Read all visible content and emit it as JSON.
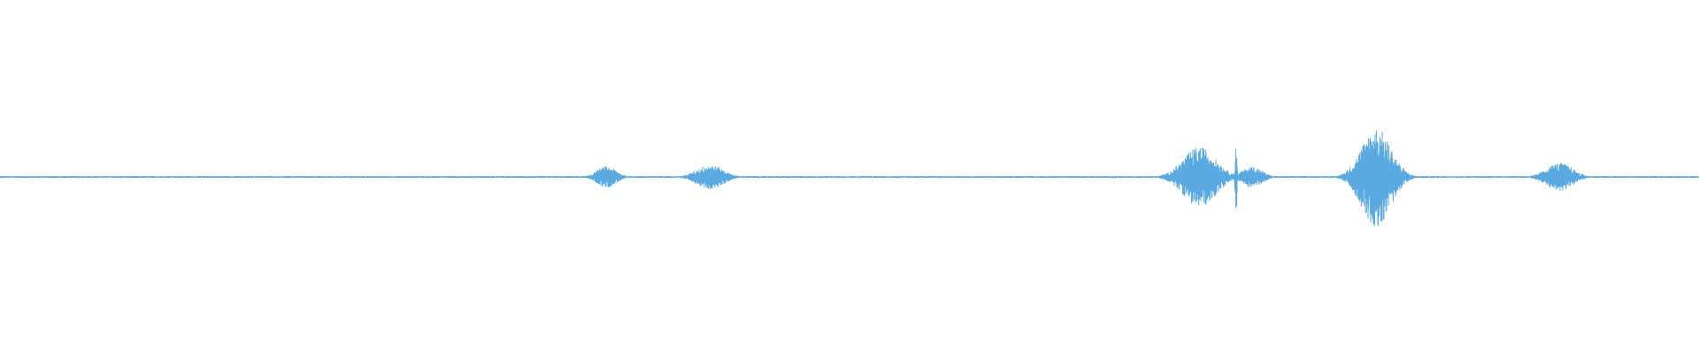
{
  "waveform": {
    "color": "#5aa9e0",
    "baseline_amplitude": 0.006,
    "bursts": [
      {
        "center": 0.357,
        "width": 0.012,
        "amplitude": 0.06
      },
      {
        "center": 0.418,
        "width": 0.016,
        "amplitude": 0.07
      },
      {
        "center": 0.706,
        "width": 0.02,
        "amplitude": 0.17
      },
      {
        "center": 0.7275,
        "width": 0.001,
        "amplitude": 0.22
      },
      {
        "center": 0.737,
        "width": 0.012,
        "amplitude": 0.06
      },
      {
        "center": 0.81,
        "width": 0.018,
        "amplitude": 0.28
      },
      {
        "center": 0.918,
        "width": 0.016,
        "amplitude": 0.08
      }
    ]
  }
}
